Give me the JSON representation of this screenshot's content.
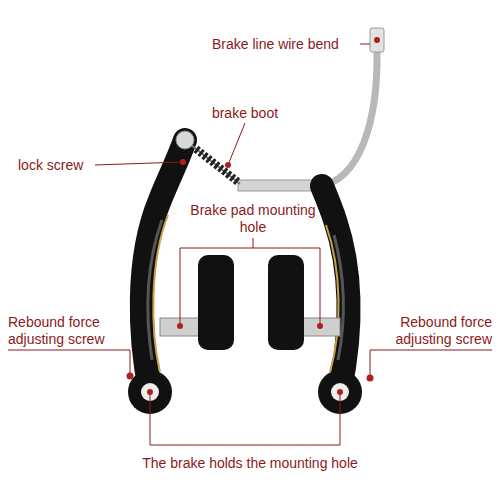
{
  "diagram": {
    "labels": [
      "Brake line wire bend",
      "brake boot",
      "lock screw",
      "Brake pad mounting hole",
      "Rebound force adjusting screw",
      "Rebound force adjusting screw",
      "The brake holds the mounting hole"
    ]
  }
}
